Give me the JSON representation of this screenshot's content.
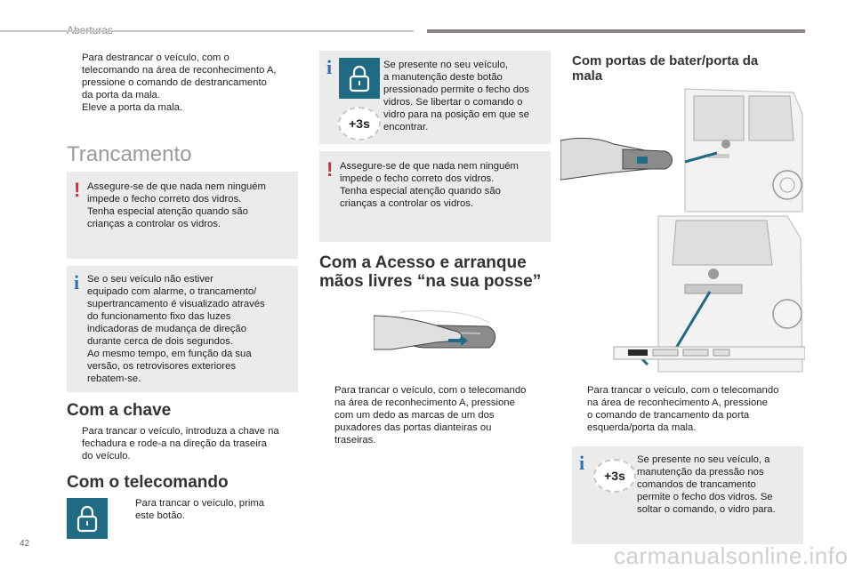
{
  "header": {
    "title": "Aberturas"
  },
  "left_intro": {
    "bullets": [
      [
        "Para destrancar o veículo, com o",
        "telecomando na área de reconhecimento A,",
        "pressione o comando de destrancamento",
        "da porta da mala."
      ],
      [
        "Eleve a porta da mala."
      ]
    ]
  },
  "trancamento": {
    "heading": "Trancamento",
    "warning_lines": [
      "Assegure-se de que nada nem ninguém",
      "impede o fecho correto dos vidros.",
      "Tenha especial atenção quando são",
      "crianças a controlar os vidros."
    ],
    "info_lines": [
      "Se o seu veículo não estiver",
      "equipado com alarme, o trancamento/",
      "supertrancamento é visualizado através",
      "do funcionamento fixo das luzes",
      "indicadoras de mudança de direção",
      "durante cerca de dois segundos.",
      "Ao mesmo tempo, em função da sua",
      "versão, os retrovisores exteriores",
      "rebatem-se."
    ]
  },
  "com_chave": {
    "heading": "Com a chave",
    "bullet_lines": [
      "Para trancar o veículo, introduza a chave na",
      "fechadura e rode-a na direção da traseira",
      "do veículo."
    ]
  },
  "com_telecomando": {
    "heading": "Com o telecomando",
    "bullet_lines": [
      "Para trancar o veículo, prima",
      "este botão."
    ]
  },
  "middle": {
    "info_lines": [
      "Se presente no seu veículo,",
      "a manutenção deste botão",
      "pressionado permite o fecho dos",
      "vidros. Se libertar o comando o",
      "vidro para na posição em que se",
      "encontrar."
    ],
    "badge_label": "+3s",
    "warning_lines": [
      "Assegure-se de que nada nem ninguém",
      "impede o fecho correto dos vidros.",
      "Tenha especial atenção quando são",
      "crianças a controlar os vidros."
    ],
    "heading_line1": "Com a Acesso e arranque",
    "heading_line2": "mãos livres “na sua posse”",
    "bullet_lines": [
      "Para trancar o veículo, com o telecomando",
      "na área de reconhecimento A, pressione",
      "com um dedo as marcas de um dos",
      "puxadores das portas dianteiras ou",
      "traseiras."
    ]
  },
  "right": {
    "heading_line1": "Com portas de bater/porta da",
    "heading_line2": "mala",
    "bullet_lines": [
      "Para trancar o veículo, com o telecomando",
      "na área de reconhecimento A, pressione",
      "o comando de trancamento da porta",
      "esquerda/porta da mala."
    ],
    "info_lines": [
      "Se presente no seu veículo, a",
      "manutenção da pressão nos",
      "comandos de trancamento",
      "permite o fecho dos vidros. Se",
      "soltar o comando, o vidro para."
    ],
    "badge_label": "+3s"
  },
  "bullet_marker": "",
  "warning_mark": "!",
  "info_mark": "i",
  "footer": {
    "page_number": "42",
    "watermark": "carmanualsonline.info"
  },
  "colors": {
    "warning": "#d8262c",
    "info": "#2d72b8",
    "lock_bg": "#1f6b84",
    "box_bg": "#ebebeb",
    "header_bar": "#8e8282"
  }
}
